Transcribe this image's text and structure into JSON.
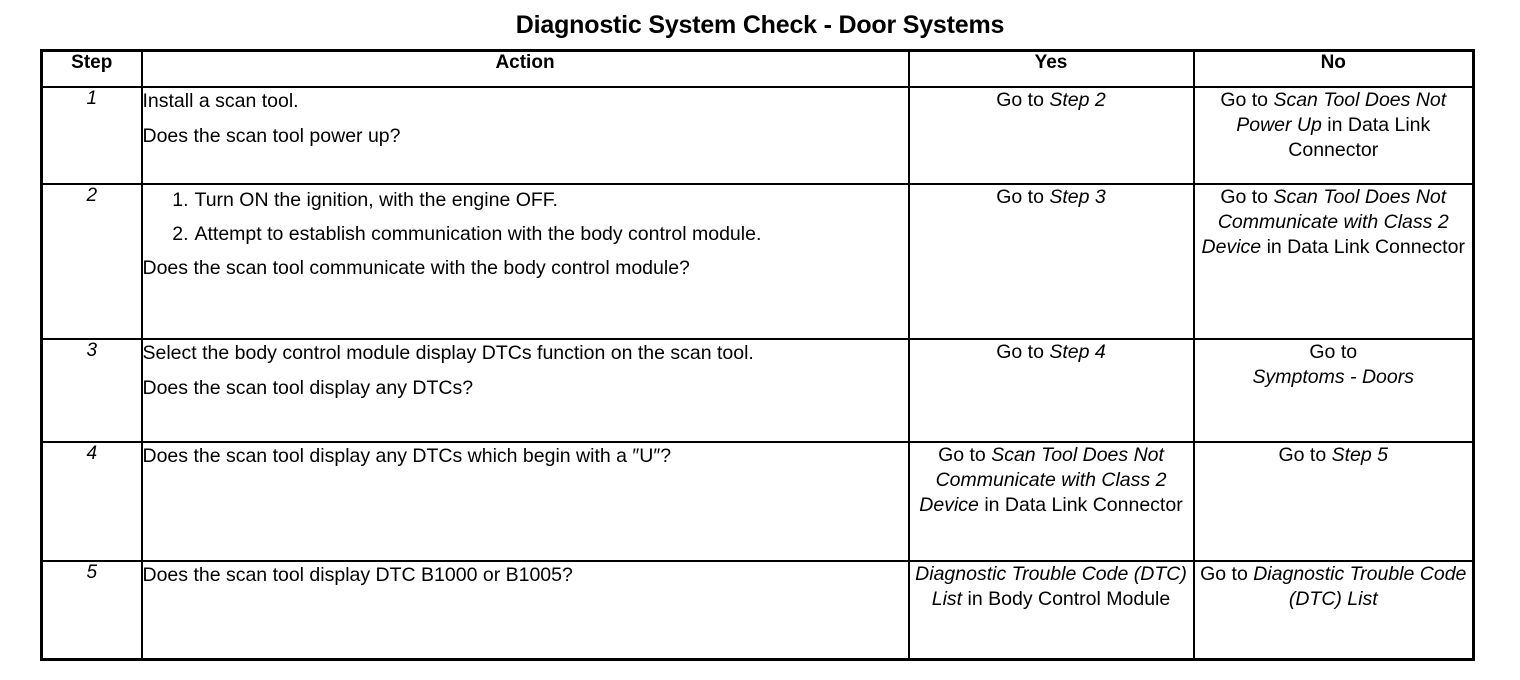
{
  "document": {
    "title": "Diagnostic System Check - Door Systems"
  },
  "table": {
    "columns": [
      {
        "key": "step",
        "label": "Step"
      },
      {
        "key": "action",
        "label": "Action"
      },
      {
        "key": "yes",
        "label": "Yes"
      },
      {
        "key": "no",
        "label": "No"
      }
    ],
    "rows": [
      {
        "step": "1",
        "action": {
          "lines": [
            "Install a scan tool.",
            "Does the scan tool power up?"
          ],
          "list": []
        },
        "yes": {
          "segments": [
            {
              "text": "Go to ",
              "italic": false
            },
            {
              "text": "Step 2",
              "italic": true
            }
          ],
          "plain": "Go to Step 2"
        },
        "no": {
          "segments": [
            {
              "text": "Go to ",
              "italic": false
            },
            {
              "text": "Scan Tool Does Not Power Up",
              "italic": true
            },
            {
              "text": " in Data Link Connector",
              "italic": false
            }
          ],
          "plain": "Go to Scan Tool Does Not Power Up in Data Link Connector"
        }
      },
      {
        "step": "2",
        "action": {
          "list": [
            "Turn ON the ignition, with the engine OFF.",
            "Attempt to establish communication with the body control module."
          ],
          "lines": [
            "Does the scan tool communicate with the body control module?"
          ]
        },
        "yes": {
          "segments": [
            {
              "text": "Go to ",
              "italic": false
            },
            {
              "text": "Step 3",
              "italic": true
            }
          ],
          "plain": "Go to Step 3"
        },
        "no": {
          "segments": [
            {
              "text": "Go to ",
              "italic": false
            },
            {
              "text": "Scan Tool Does Not Communicate with Class 2 Device",
              "italic": true
            },
            {
              "text": " in Data Link Connector",
              "italic": false
            }
          ],
          "plain": "Go to Scan Tool Does Not Communicate with Class 2 Device in Data Link Connector"
        }
      },
      {
        "step": "3",
        "action": {
          "lines": [
            "Select the body control module display DTCs function on the scan tool.",
            "Does the scan tool display any DTCs?"
          ],
          "list": []
        },
        "yes": {
          "segments": [
            {
              "text": "Go to ",
              "italic": false
            },
            {
              "text": "Step 4",
              "italic": true
            }
          ],
          "plain": "Go to Step 4"
        },
        "no": {
          "segments": [
            {
              "text": "Go to ",
              "italic": false
            },
            {
              "text": "Symptoms - Doors",
              "italic": true
            }
          ],
          "plain": "Go to Symptoms - Doors"
        }
      },
      {
        "step": "4",
        "action": {
          "lines": [
            "Does the scan tool display any DTCs which begin with a ″U″?"
          ],
          "list": []
        },
        "yes": {
          "segments": [
            {
              "text": "Go to ",
              "italic": false
            },
            {
              "text": "Scan Tool Does Not Communicate with Class 2 Device",
              "italic": true
            },
            {
              "text": " in Data Link Connector",
              "italic": false
            }
          ],
          "plain": "Go to Scan Tool Does Not Communicate with Class 2 Device in Data Link Connector"
        },
        "no": {
          "segments": [
            {
              "text": "Go to ",
              "italic": false
            },
            {
              "text": "Step 5",
              "italic": true
            }
          ],
          "plain": "Go to Step 5"
        }
      },
      {
        "step": "5",
        "action": {
          "lines": [
            "Does the scan tool display DTC B1000 or B1005?"
          ],
          "list": []
        },
        "yes": {
          "segments": [
            {
              "text": "Diagnostic Trouble Code (DTC) List",
              "italic": true
            },
            {
              "text": " in Body Control Module",
              "italic": false
            }
          ],
          "plain": "Diagnostic Trouble Code (DTC) List in Body Control Module"
        },
        "no": {
          "segments": [
            {
              "text": "Go to ",
              "italic": false
            },
            {
              "text": "Diagnostic Trouble Code (DTC) List",
              "italic": true
            }
          ],
          "plain": "Go to Diagnostic Trouble Code (DTC) List"
        }
      }
    ]
  },
  "colors": {
    "ink": "#000000",
    "paper": "#ffffff"
  }
}
